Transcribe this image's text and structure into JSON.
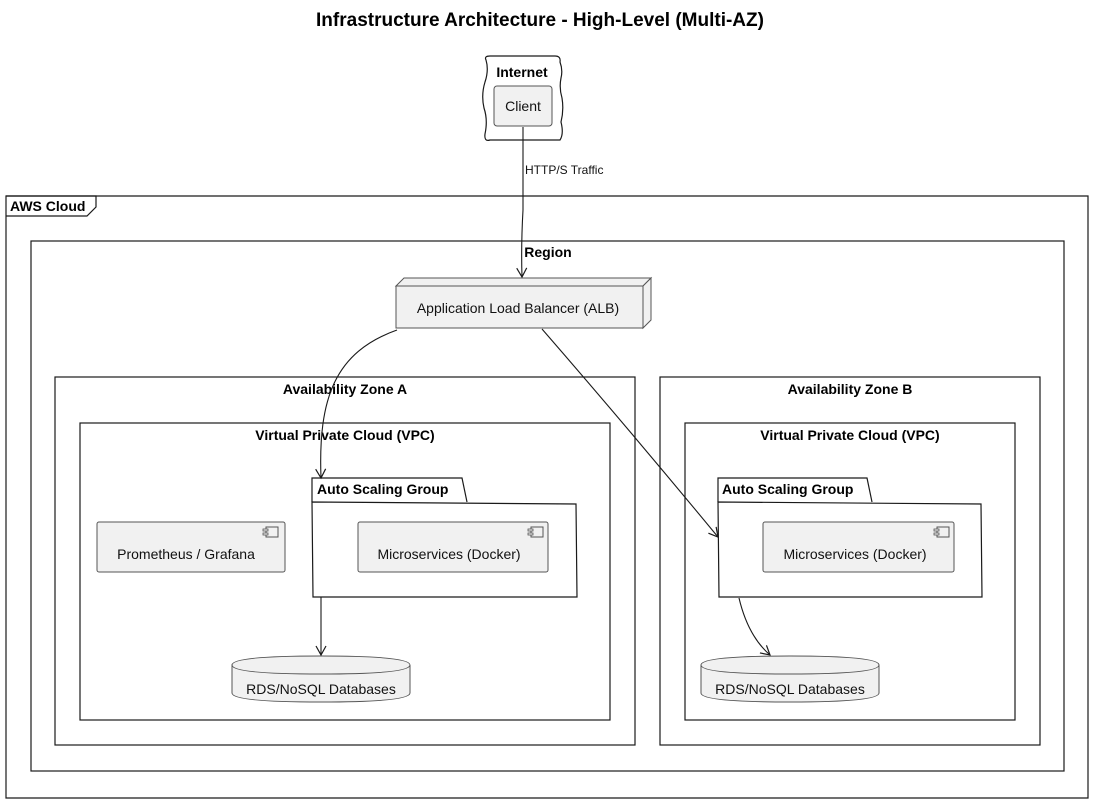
{
  "title": "Infrastructure Architecture - High-Level (Multi-AZ)",
  "colors": {
    "node_fill": "#f1f1f1",
    "node_stroke": "#555555",
    "line": "#1a1a1a"
  },
  "internet": {
    "label": "Internet",
    "client": "Client"
  },
  "edges": {
    "http_traffic": "HTTP/S Traffic"
  },
  "cloud": {
    "label": "AWS Cloud",
    "region": {
      "label": "Region",
      "alb": "Application Load Balancer (ALB)",
      "zone_a": {
        "label": "Availability Zone A",
        "vpc": "Virtual Private Cloud (VPC)",
        "asg": "Auto Scaling Group",
        "microservices": "Microservices (Docker)",
        "monitoring": "Prometheus / Grafana",
        "database": "RDS/NoSQL Databases"
      },
      "zone_b": {
        "label": "Availability Zone B",
        "vpc": "Virtual Private Cloud (VPC)",
        "asg": "Auto Scaling Group",
        "microservices": "Microservices (Docker)",
        "database": "RDS/NoSQL Databases"
      }
    }
  }
}
